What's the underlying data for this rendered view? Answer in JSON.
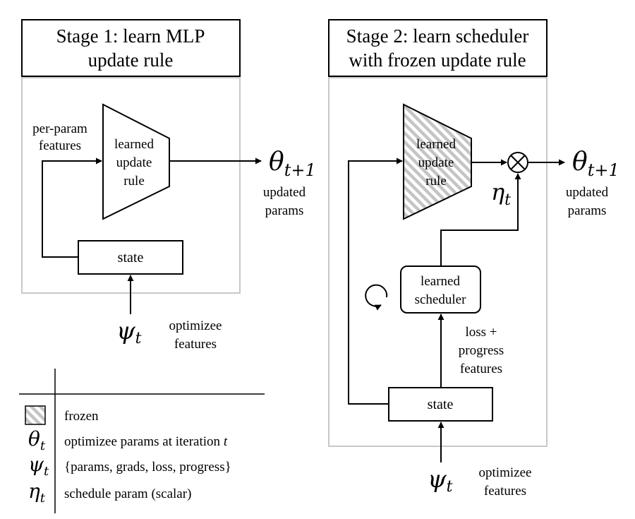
{
  "stage1": {
    "title_line1": "Stage 1: learn MLP",
    "title_line2": "update rule",
    "input_label_line1": "per-param",
    "input_label_line2": "features",
    "rule_line1": "learned",
    "rule_line2": "update",
    "rule_line3": "rule",
    "output_symbol": "θ",
    "output_subscript": "t+1",
    "output_label_line1": "updated",
    "output_label_line2": "params",
    "state_label": "state",
    "psi_symbol": "ψ",
    "psi_subscript": "t",
    "psi_label_line1": "optimizee",
    "psi_label_line2": "features"
  },
  "stage2": {
    "title_line1": "Stage 2: learn scheduler",
    "title_line2": "with frozen update rule",
    "rule_line1": "learned",
    "rule_line2": "update",
    "rule_line3": "rule",
    "eta_symbol": "η",
    "eta_subscript": "t",
    "output_symbol": "θ",
    "output_subscript": "t+1",
    "output_label_line1": "updated",
    "output_label_line2": "params",
    "scheduler_line1": "learned",
    "scheduler_line2": "scheduler",
    "loss_label_line1": "loss +",
    "loss_label_line2": "progress",
    "loss_label_line3": "features",
    "state_label": "state",
    "psi_symbol": "ψ",
    "psi_subscript": "t",
    "psi_label_line1": "optimizee",
    "psi_label_line2": "features"
  },
  "legend": {
    "rows": [
      {
        "symbol": "",
        "subscript": "",
        "text": "frozen"
      },
      {
        "symbol": "θ",
        "subscript": "t",
        "text_main": "optimizee params at iteration ",
        "text_var": "t"
      },
      {
        "symbol": "ψ",
        "subscript": "t",
        "text": "{params, grads, loss, progress}"
      },
      {
        "symbol": "η",
        "subscript": "t",
        "text": "schedule param (scalar)"
      }
    ]
  },
  "colors": {
    "line": "#000000",
    "panel_border": "#c8c8c8",
    "hatch": "#c4c4c4"
  }
}
